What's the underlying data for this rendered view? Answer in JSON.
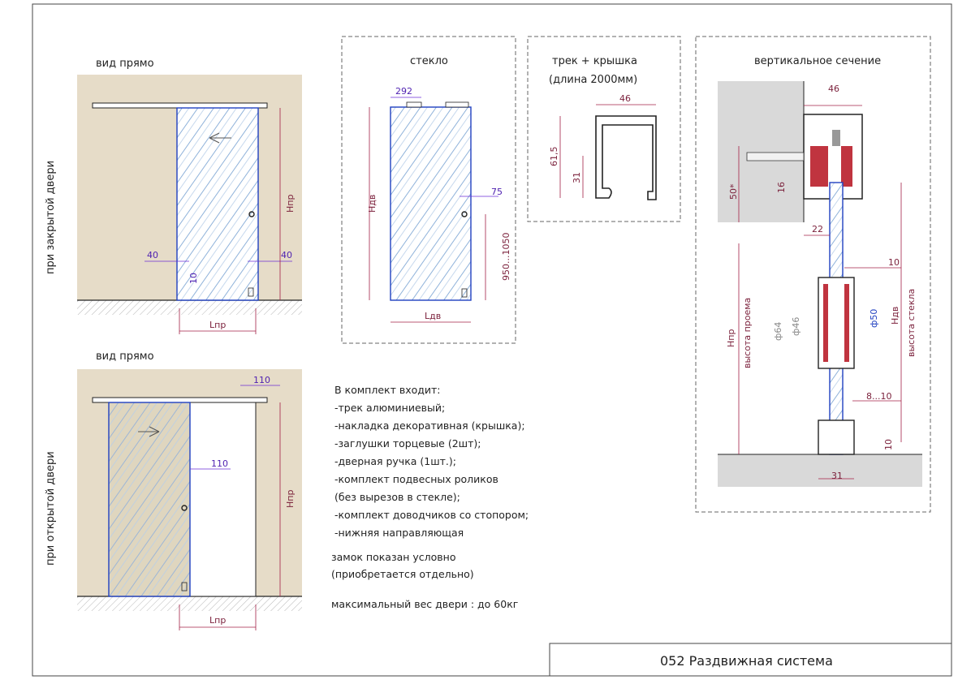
{
  "views": {
    "closed_title": "вид прямо",
    "closed_side": "при закрытой двери",
    "open_title": "вид прямо",
    "open_side": "при открытой двери",
    "dim_40_left": "40",
    "dim_40_right": "40",
    "dim_10": "10",
    "dim_lpr": "Lпр",
    "dim_hpr": "Hпр",
    "dim_110_top": "110",
    "dim_110_mid": "110",
    "dim_lpr_open": "Lпр",
    "dim_hpr_open": "Hпр"
  },
  "glass": {
    "title": "стекло",
    "dim_292": "292",
    "dim_75": "75",
    "dim_hdv": "Hдв",
    "dim_range": "950...1050",
    "dim_ldv": "Lдв"
  },
  "track": {
    "title": "трек + крышка",
    "subtitle": "(длина 2000мм)",
    "dim_46": "46",
    "dim_615": "61,5",
    "dim_31": "31"
  },
  "section": {
    "title": "вертикальное сечение",
    "dim_46": "46",
    "dim_50": "50*",
    "dim_16": "16",
    "dim_22": "22",
    "dim_10_top": "10",
    "dim_64": "ф64",
    "dim_46b": "ф46",
    "dim_50b": "ф50",
    "dim_hdv": "Hдв",
    "dim_glass_h": "высота стекла",
    "dim_hpr": "Hпр",
    "dim_open_h": "высота проема",
    "dim_810": "8...10",
    "dim_10_bot": "10",
    "dim_31": "31"
  },
  "kit": {
    "heading": "В комплект входит:",
    "items": [
      "-трек алюминиевый;",
      "-накладка декоративная (крышка);",
      "-заглушки торцевые (2шт);",
      "-дверная ручка (1шт.);",
      "-комплект подвесных роликов",
      " (без вырезов в стекле);",
      "-комплект доводчиков со стопором;",
      "-нижняя направляющая"
    ],
    "note1": "замок показан условно",
    "note2": "(приобретается отдельно)",
    "note3": "максимальный вес двери : до 60кг"
  },
  "title_block": "052 Раздвижная система"
}
